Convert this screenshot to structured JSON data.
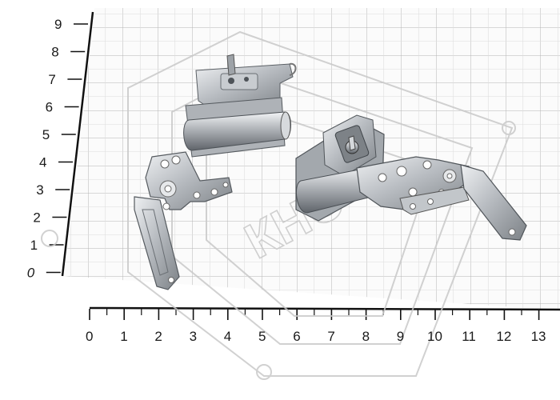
{
  "ruler": {
    "vertical_labels": [
      "9",
      "8",
      "7",
      "6",
      "5",
      "4",
      "3",
      "2",
      "1",
      "0"
    ],
    "horizontal_labels": [
      "0",
      "1",
      "2",
      "3",
      "4",
      "5",
      "6",
      "7",
      "8",
      "9",
      "10",
      "11",
      "12",
      "13"
    ]
  },
  "watermark": {
    "text": "КНС",
    "color": "#c8c8c8"
  },
  "colors": {
    "grid_line": "#b8b8b8",
    "grid_paper": "#f7f7f7",
    "ruler_line": "#111111",
    "metal_light": "#d9dcdf",
    "metal_mid": "#a9adb2",
    "metal_dark": "#6e7378"
  },
  "objects": [
    {
      "name": "left-laptop-hinge"
    },
    {
      "name": "right-laptop-hinge"
    }
  ]
}
